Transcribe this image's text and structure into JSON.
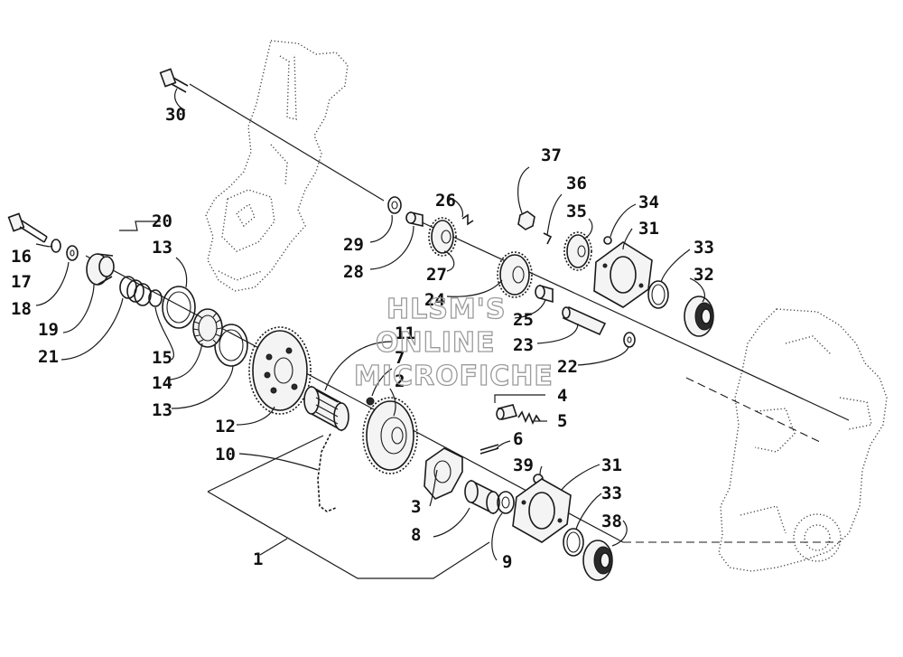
{
  "watermark": {
    "line1": "HLSM'S",
    "line2": "ONLINE",
    "line3": "MICROFICHE"
  },
  "callouts": {
    "c1": "1",
    "c2": "2",
    "c3": "3",
    "c4": "4",
    "c5": "5",
    "c6": "6",
    "c7": "7",
    "c8": "8",
    "c9": "9",
    "c10": "10",
    "c11": "11",
    "c12": "12",
    "c13a": "13",
    "c13b": "13",
    "c14": "14",
    "c15": "15",
    "c16": "16",
    "c17": "17",
    "c18": "18",
    "c19": "19",
    "c20": "20",
    "c21": "21",
    "c22": "22",
    "c23": "23",
    "c24": "24",
    "c25": "25",
    "c26": "26",
    "c27": "27",
    "c28": "28",
    "c29": "29",
    "c30": "30",
    "c31a": "31",
    "c31b": "31",
    "c32": "32",
    "c33a": "33",
    "c33b": "33",
    "c34": "34",
    "c35": "35",
    "c36": "36",
    "c37": "37",
    "c38": "38",
    "c39": "39"
  }
}
